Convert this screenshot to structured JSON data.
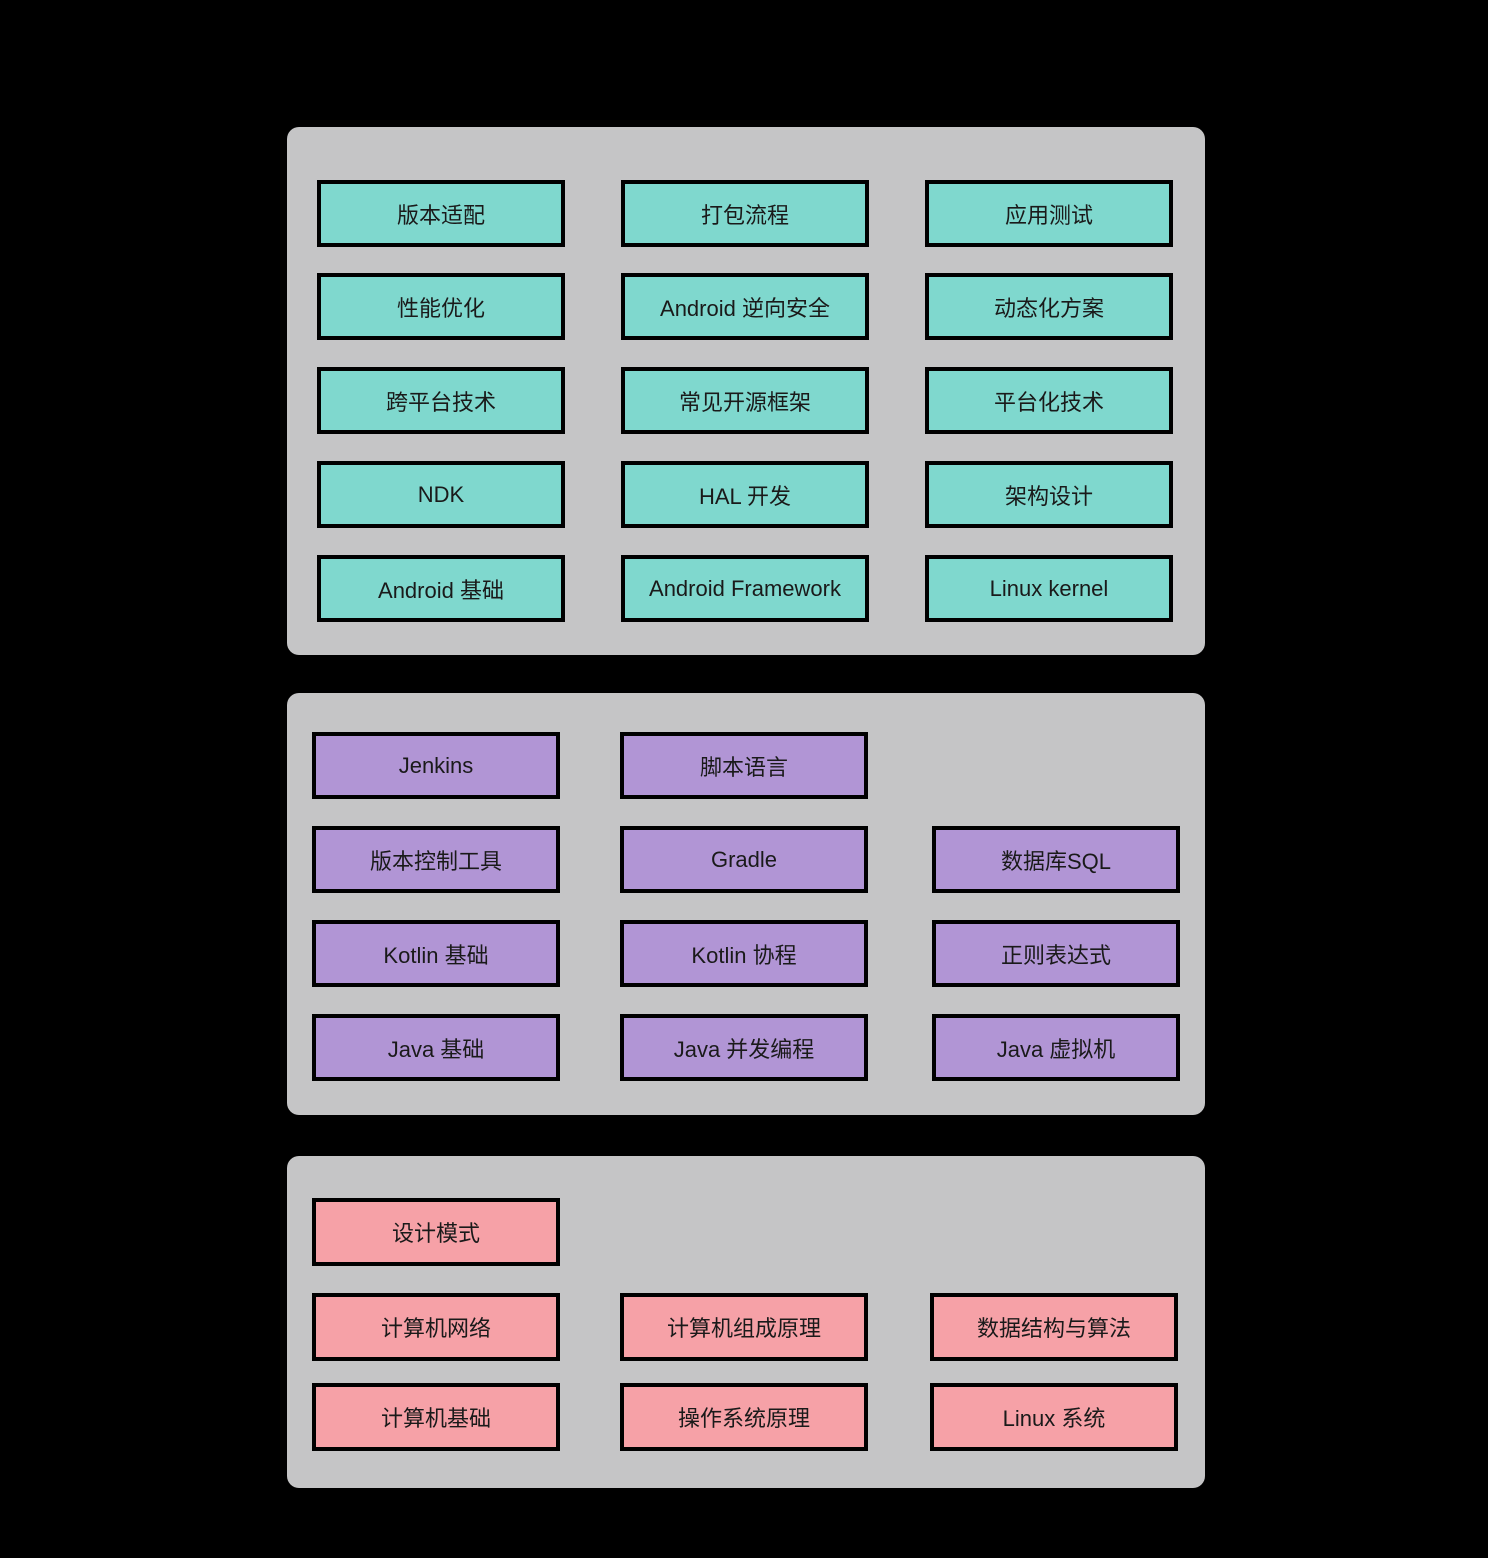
{
  "colors": {
    "background": "#000000",
    "panel": "#C5C5C6",
    "node_border": "#000000",
    "node_text": "#1a1a1a",
    "advanced_node": "#7FD8CE",
    "langtools_node": "#B195D5",
    "foundation_node": "#F6A1A7"
  },
  "diagram": {
    "panels": [
      {
        "name": "android-advanced",
        "boxes": [
          "版本适配",
          "打包流程",
          "应用测试",
          "性能优化",
          "Android 逆向安全",
          "动态化方案",
          "跨平台技术",
          "常见开源框架",
          "平台化技术",
          "NDK",
          "HAL 开发",
          "架构设计",
          "Android 基础",
          "Android Framework",
          "Linux kernel"
        ]
      },
      {
        "name": "languages-and-tools",
        "boxes": [
          "Jenkins",
          "脚本语言",
          "版本控制工具",
          "Gradle",
          "数据库SQL",
          "Kotlin 基础",
          "Kotlin 协程",
          "正则表达式",
          "Java 基础",
          "Java 并发编程",
          "Java 虚拟机"
        ]
      },
      {
        "name": "cs-foundation",
        "boxes": [
          "设计模式",
          "计算机网络",
          "计算机组成原理",
          "数据结构与算法",
          "计算机基础",
          "操作系统原理",
          "Linux 系统"
        ]
      }
    ]
  }
}
